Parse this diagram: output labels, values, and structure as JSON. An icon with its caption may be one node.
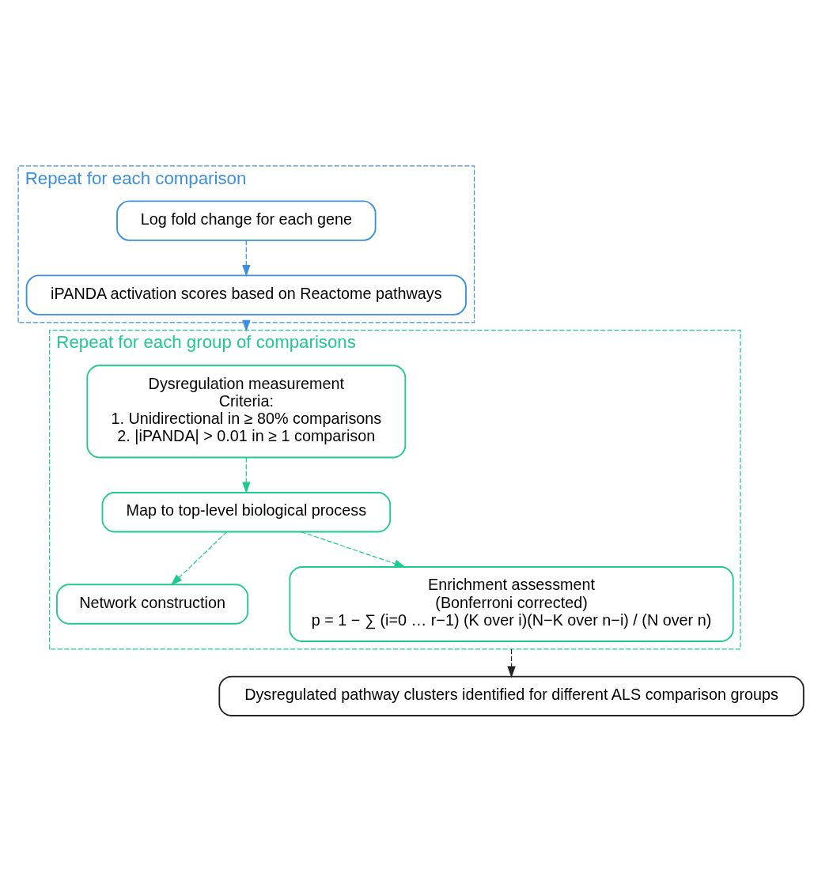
{
  "diagram": {
    "nodes": [
      {
        "text": [
          "Repeat for each comparison"
        ]
      },
      {
        "text": [
          "Log fold change for each gene"
        ],
        "in": 0
      },
      {
        "text": [
          "iPANDA activation scores based on Reactome pathways"
        ],
        "in": 0
      },
      {
        "text": [
          "Repeat for each group of comparisons"
        ]
      },
      {
        "text": [
          "Dysregulation measurement",
          "Criteria:",
          "1. Unidirectional in ≥ 80% comparisons",
          "2. |iPANDA| > 0.01 in ≥ 1 comparison"
        ],
        "in": 3
      },
      {
        "text": [
          "Map to top-level biological process"
        ],
        "in": 3
      },
      {
        "text": [
          "Network construction"
        ],
        "in": 3
      },
      {
        "text": [
          "Enrichment assessment",
          "(Bonferroni corrected)",
          "p = 1 − ∑ (i=0 … r−1) (K over i)(N−K over n−i) / (N over n)"
        ],
        "in": 3
      },
      {
        "text": [
          "Dysregulated pathway clusters identified for different ALS comparison groups"
        ]
      }
    ],
    "edges": [
      {
        "from": 1,
        "to": 2,
        "arrow": "to",
        "style": "dashed",
        "color": "#3b8fe0"
      },
      {
        "from": 0,
        "to": 3,
        "arrow": "to",
        "style": "dashed",
        "color": "#3b8fe0"
      },
      {
        "from": 4,
        "to": 5,
        "arrow": "to",
        "style": "dashed"
      },
      {
        "from": 5,
        "to": 6,
        "arrow": "to",
        "style": "dashed"
      },
      {
        "from": 5,
        "to": 7,
        "arrow": "to",
        "style": "dashed"
      },
      {
        "from": 3,
        "to": 8,
        "arrow": "to",
        "style": "dashed",
        "color": "#222222"
      }
    ]
  }
}
